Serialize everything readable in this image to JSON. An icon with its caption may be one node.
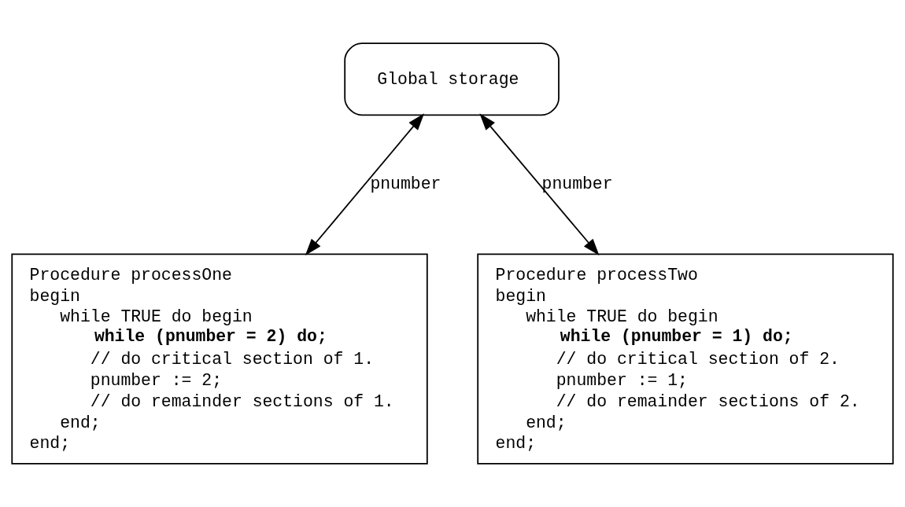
{
  "diagram": {
    "nodes": [
      {
        "text": [
          "Global storage"
        ]
      },
      {
        "text": [
          "Procedure processOne",
          "begin",
          "   while TRUE do begin",
          "      **while (pnumber = 2) do;**",
          "      // do critical section of 1.",
          "      pnumber := 2;",
          "      // do remainder sections of 1.",
          "   end;",
          "end;"
        ]
      },
      {
        "text": [
          "Procedure processTwo",
          "begin",
          "   while TRUE do begin",
          "      **while (pnumber = 1) do;**",
          "      // do critical section of 2.",
          "      pnumber := 1;",
          "      // do remainder sections of 2.",
          "   end;",
          "end;"
        ]
      }
    ],
    "edges": [
      {
        "from": 0,
        "to": 1,
        "arrow": "both",
        "label": "pnumber"
      },
      {
        "from": 0,
        "to": 2,
        "arrow": "both",
        "label": "pnumber"
      }
    ]
  }
}
